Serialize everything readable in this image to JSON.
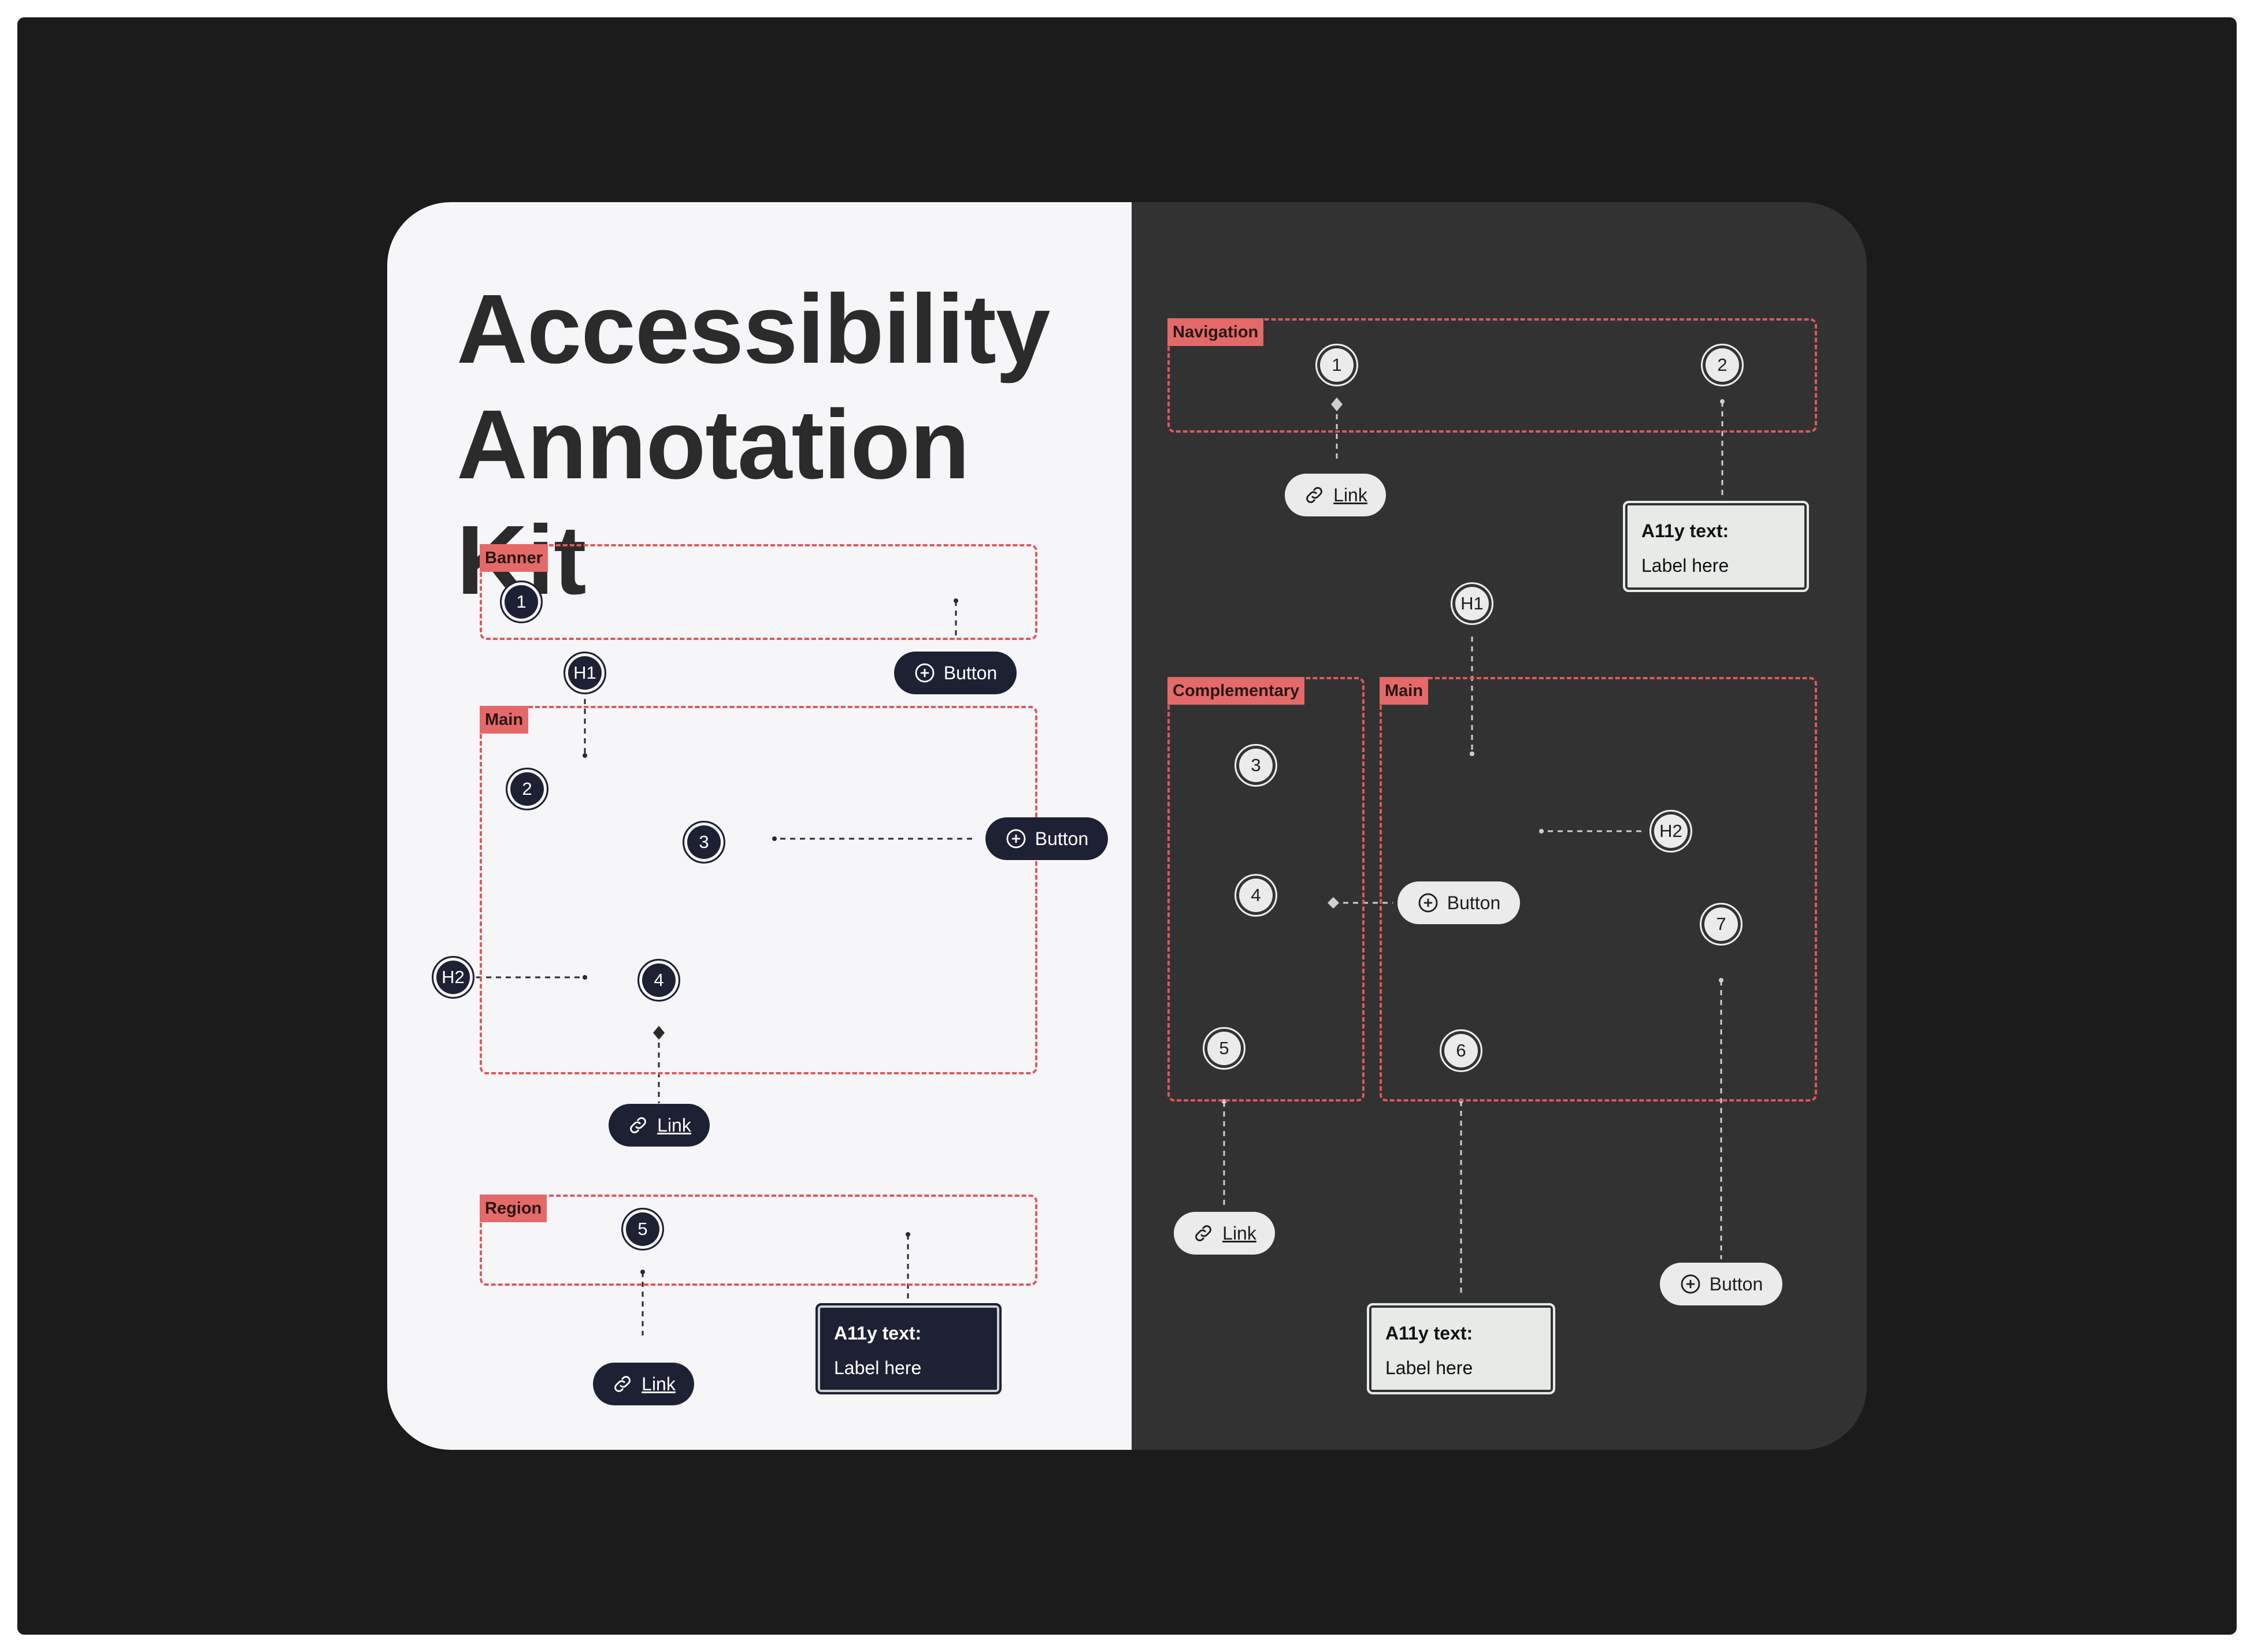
{
  "title": {
    "line1": "Accessibility",
    "line2": "Annotation Kit"
  },
  "left": {
    "landmarks": {
      "banner": "Banner",
      "main": "Main",
      "region": "Region"
    },
    "markers": {
      "m1": "1",
      "m2": "2",
      "m3": "3",
      "m4": "4",
      "m5": "5",
      "h1": "H1",
      "h2": "H2"
    },
    "buttons": {
      "banner_button": "Button",
      "main_button": "Button"
    },
    "links": {
      "main_link": "Link",
      "region_link": "Link"
    },
    "a11y": {
      "title": "A11y text:",
      "value": "Label here"
    }
  },
  "right": {
    "landmarks": {
      "navigation": "Navigation",
      "complementary": "Complementary",
      "main": "Main"
    },
    "markers": {
      "m1": "1",
      "m2": "2",
      "m3": "3",
      "m4": "4",
      "m5": "5",
      "m6": "6",
      "m7": "7",
      "h1": "H1",
      "h2": "H2"
    },
    "buttons": {
      "main_button": "Button",
      "bottom_button": "Button"
    },
    "links": {
      "nav_link": "Link",
      "comp_link": "Link"
    },
    "a11y_nav": {
      "title": "A11y text:",
      "value": "Label here"
    },
    "a11y_main": {
      "title": "A11y text:",
      "value": "Label here"
    }
  },
  "colors": {
    "outer_background": "#1b1b1b",
    "light_panel": "#f6f6f8",
    "dark_panel": "#323232",
    "landmark_accent": "#e0585b",
    "dark_chip": "#1e2133",
    "light_chip": "#ebebeb"
  },
  "icons": {
    "button": "plus-circle-icon",
    "link": "link-chain-icon"
  }
}
